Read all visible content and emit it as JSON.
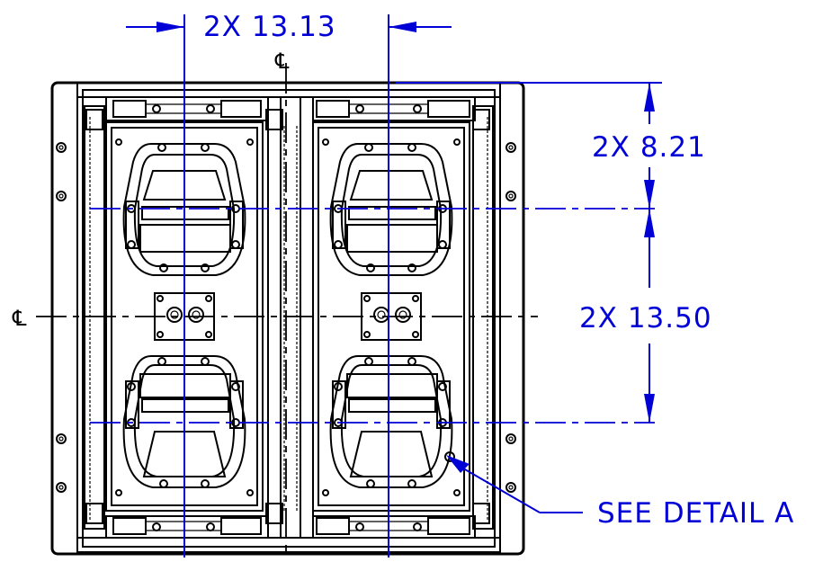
{
  "drawing": {
    "dimensions": {
      "width_top": "2X 13.13",
      "height_upper": "2X 8.21",
      "height_middle": "2X 13.50"
    },
    "callout": "SEE DETAIL A",
    "centerline_symbol": "℄",
    "colors": {
      "dimension": "#0000d6",
      "geometry": "#000000",
      "background": "#ffffff"
    }
  }
}
